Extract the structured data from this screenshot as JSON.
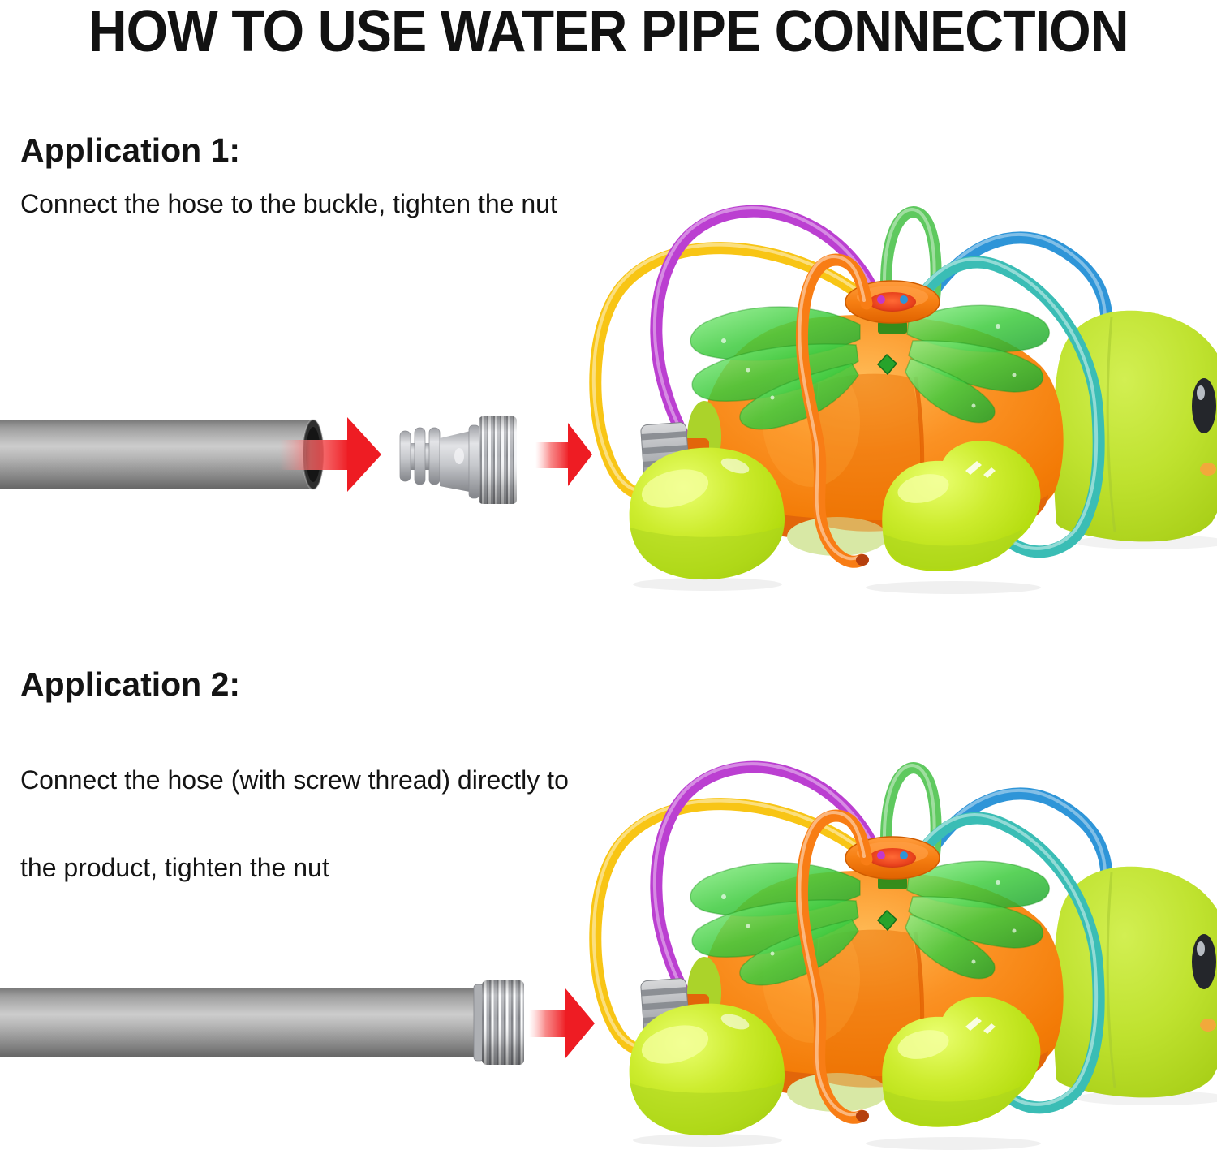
{
  "title": "HOW TO USE WATER PIPE CONNECTION",
  "sections": [
    {
      "heading": "Application 1:",
      "description": "Connect the hose to the buckle, tighten the nut"
    },
    {
      "heading": "Application 2:",
      "description_line1": "Connect the hose (with screw thread) directly to",
      "description_line2": "the product, tighten the nut"
    }
  ],
  "colors": {
    "arrow_red": "#ee1c23",
    "pipe_gray": "#a9a9a9",
    "connector_gray": "#c6c8cc",
    "thread_silver": "#d9dadd",
    "tube_purple": "#bb3fd1",
    "tube_yellow": "#f8c515",
    "tube_green": "#5fc95f",
    "tube_teal": "#3abdb5",
    "tube_blue": "#2e95d8",
    "tube_orange": "#f87d15",
    "shell_orange": "#f37b06",
    "body_green": "#bfe22f",
    "spinner_green": "#3ecb3e",
    "knob_gray": "#b3b5b9",
    "eye_dark": "#24262b",
    "led_green": "#27a32b",
    "background": "#ffffff",
    "text": "#111111"
  }
}
